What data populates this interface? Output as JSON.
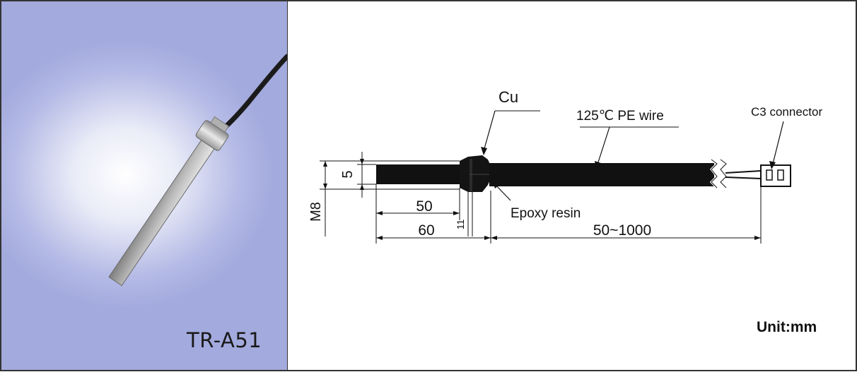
{
  "product": {
    "model": "TR-A51"
  },
  "drawing": {
    "labels": {
      "probe_material": "Cu",
      "wire": "125℃ PE wire",
      "connector": "C3 connector",
      "sealant": "Epoxy resin"
    },
    "dimensions": {
      "probe_diameter": "5",
      "thread": "M8",
      "probe_length": "50",
      "overall_probe": "60",
      "hex_width": "11",
      "cable_length": "50~1000"
    },
    "unit": "Unit:mm"
  },
  "colors": {
    "photo_bg": "#a3aade",
    "frame": "#333333",
    "ink": "#111111"
  }
}
